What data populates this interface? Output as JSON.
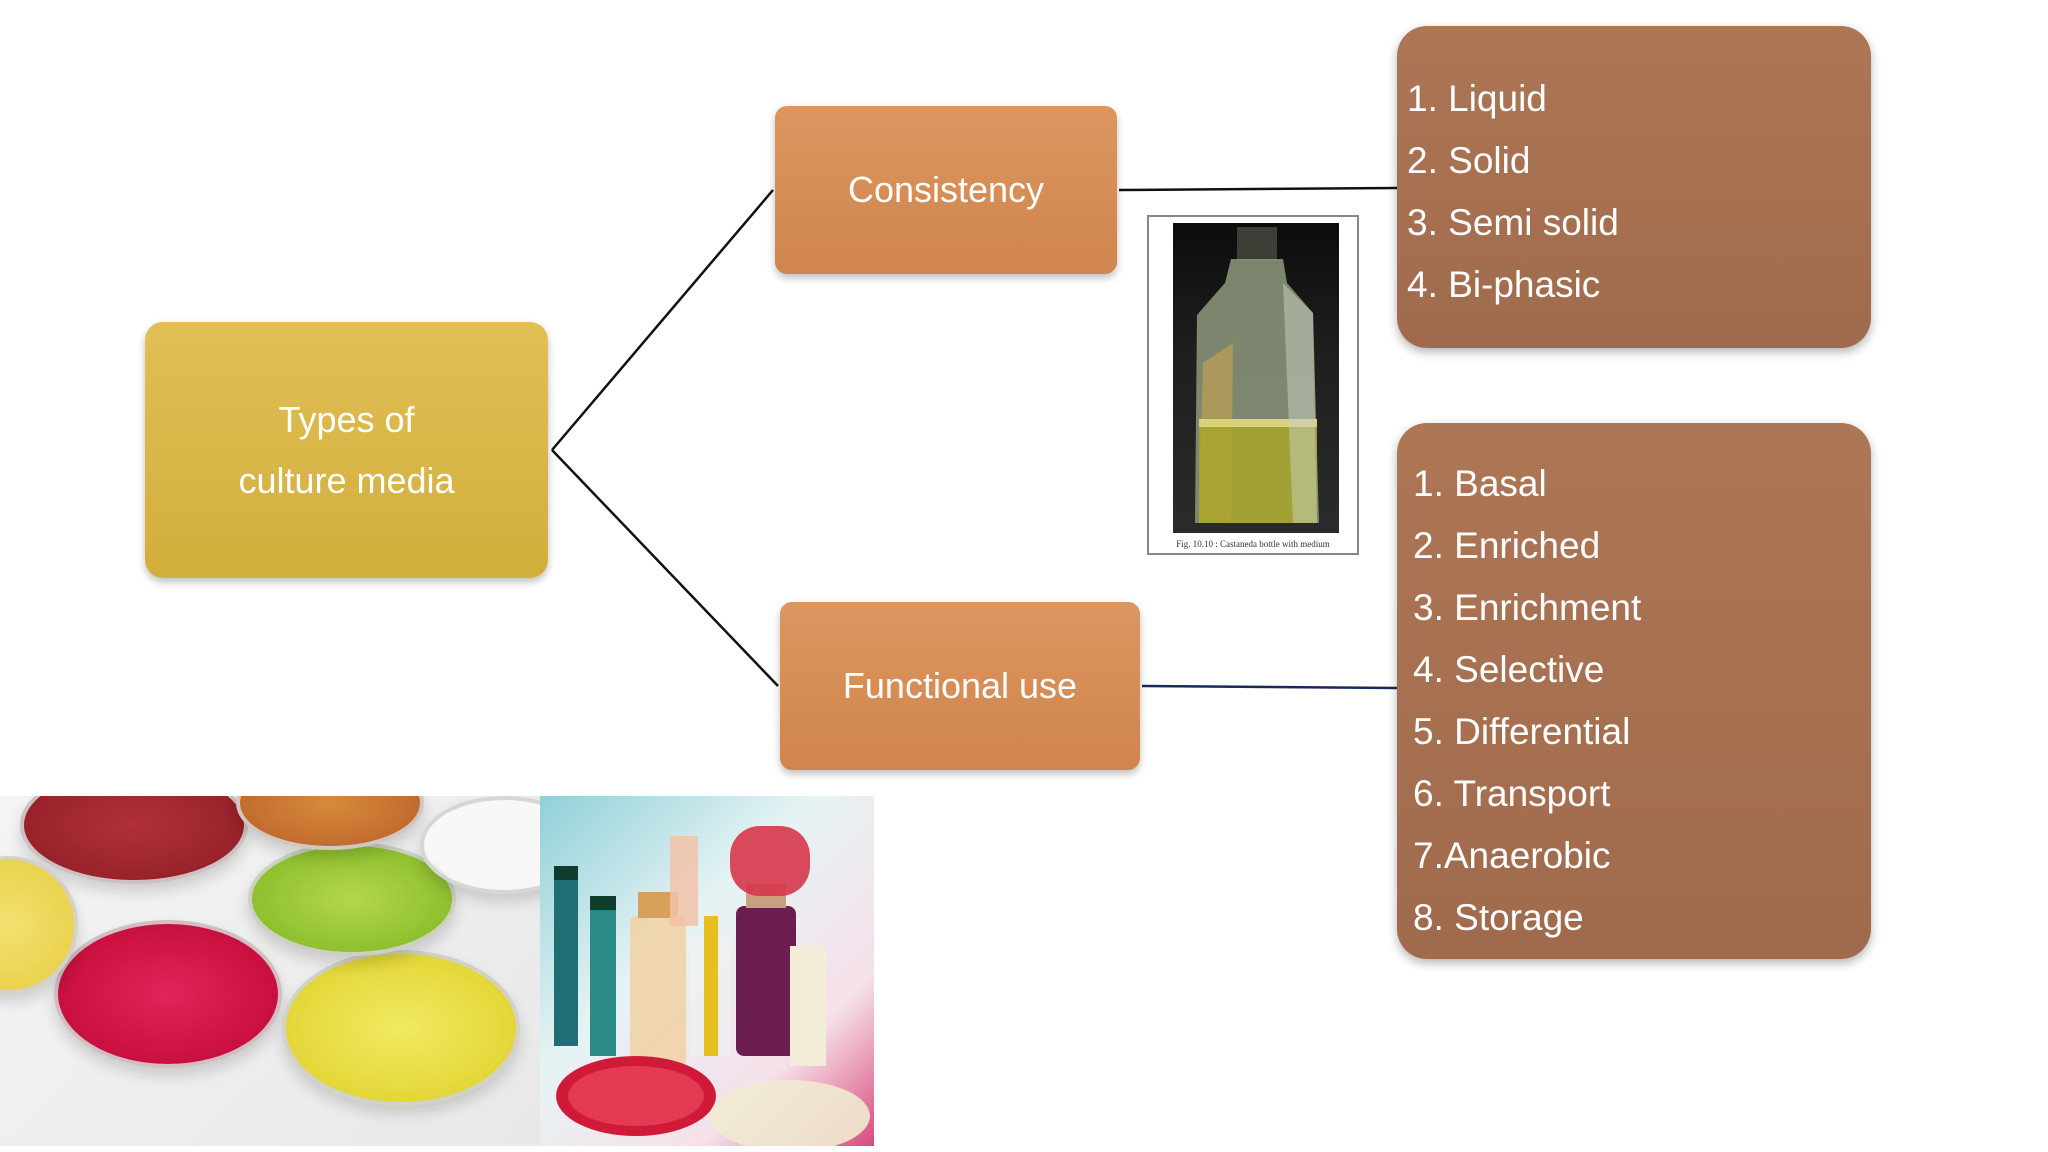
{
  "root": {
    "line1": "Types of",
    "line2": "culture media"
  },
  "branches": [
    {
      "label": "Consistency"
    },
    {
      "label": "Functional use"
    }
  ],
  "lists": {
    "consistency": [
      "1. Liquid",
      "2. Solid",
      "3. Semi solid",
      "4. Bi-phasic"
    ],
    "functional": [
      "1. Basal",
      "2. Enriched",
      "3. Enrichment",
      "4. Selective",
      "5. Differential",
      "6. Transport",
      "7.Anaerobic",
      "8. Storage"
    ]
  },
  "figure": {
    "caption": "Fig. 10.10 : Castaneda bottle with medium"
  },
  "colors": {
    "root": "#d6b444",
    "branch": "#d88d56",
    "list": "#a87050"
  }
}
